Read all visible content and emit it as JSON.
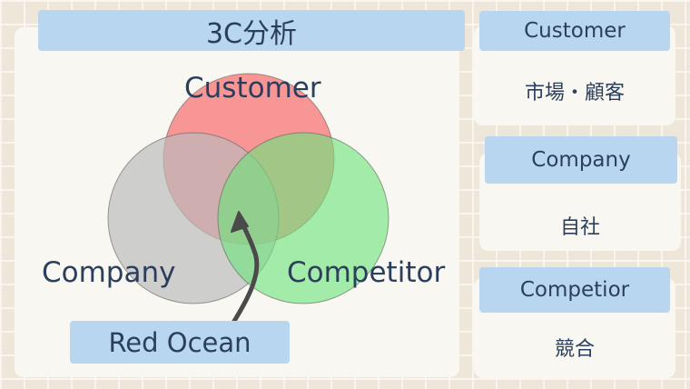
{
  "title": "3C分析",
  "venn": {
    "customer_label": "Customer",
    "company_label": "Company",
    "competitor_label": "Competitor",
    "arrow_label": "Red Ocean"
  },
  "cards": [
    {
      "heading": "Customer",
      "value": "市場・顧客"
    },
    {
      "heading": "Company",
      "value": "自社"
    },
    {
      "heading": "Competior",
      "value": "競合"
    }
  ],
  "colors": {
    "customer_circle": "#f77b7b",
    "company_circle": "#b9b9b9",
    "competitor_circle": "#6ee47a",
    "label_bg": "#b8d6f0",
    "text": "#2b3f5c"
  }
}
